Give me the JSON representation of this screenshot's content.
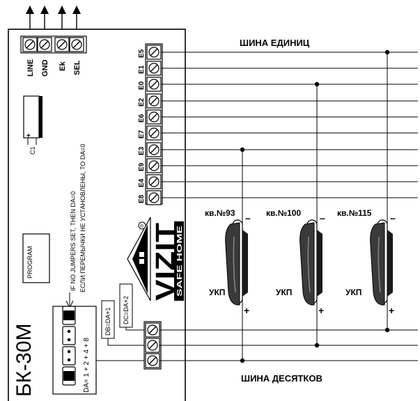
{
  "device": {
    "model": "БК-30М",
    "program_label": "PROGRAM",
    "capacitor_label": "C1",
    "capacitor_plus": "+",
    "note_en": "IF NO JUMPERS SET, THEN DA=0",
    "note_ru": "ЕСЛИ ПЕРЕМЫЧКИ НЕ УСТАНОВЛЕНЫ, ТО DA=0",
    "jumper_formula": "DA= 1 + 2 + 4 + 8",
    "db_label": "DB=DA+1",
    "dc_label": "DC=DA+2",
    "top_terminals": [
      "LINE",
      "GND",
      "Ek",
      "SEL"
    ],
    "unit_terminals": [
      "E5",
      "E1",
      "E0",
      "E2",
      "E6",
      "E7",
      "E3",
      "E9",
      "E4",
      "E8"
    ]
  },
  "logo": {
    "brand": "VIZIT",
    "tagline": "SAFE HOME",
    "registered": "®"
  },
  "buses": {
    "units": "ШИНА ЕДИНИЦ",
    "tens": "ШИНА ДЕСЯТКОВ"
  },
  "handsets": [
    {
      "apartment": "кв.№93",
      "type": "УКП",
      "minus": "–",
      "plus": "+"
    },
    {
      "apartment": "кв.№100",
      "type": "УКП",
      "minus": "–",
      "plus": "+"
    },
    {
      "apartment": "кв.№115",
      "type": "УКП",
      "minus": "–",
      "plus": "+"
    }
  ]
}
